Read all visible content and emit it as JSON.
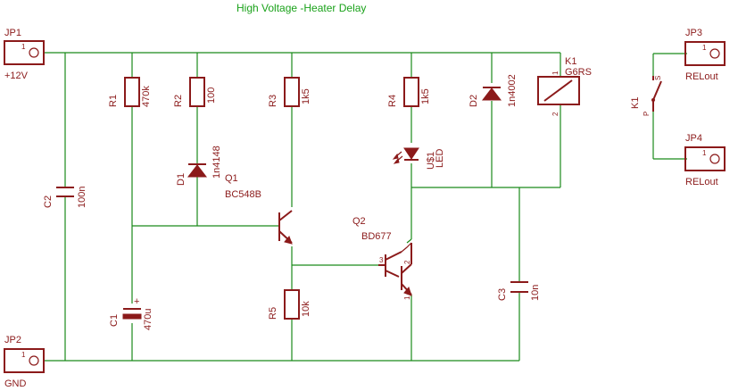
{
  "title": "High Voltage -Heater Delay",
  "colors": {
    "wire": "#1a8a1a",
    "part": "#8b1a1a",
    "title": "#1aa21a",
    "background": "#ffffff"
  },
  "connectors": {
    "jp1": {
      "name": "JP1",
      "value": "+12V",
      "pin": "1"
    },
    "jp2": {
      "name": "JP2",
      "value": "GND",
      "pin": "1"
    },
    "jp3": {
      "name": "JP3",
      "value": "RELout",
      "pin": "1"
    },
    "jp4": {
      "name": "JP4",
      "value": "RELout",
      "pin": "1"
    }
  },
  "resistors": {
    "r1": {
      "name": "R1",
      "value": "470k"
    },
    "r2": {
      "name": "R2",
      "value": "100"
    },
    "r3": {
      "name": "R3",
      "value": "1k5"
    },
    "r4": {
      "name": "R4",
      "value": "1k5"
    },
    "r5": {
      "name": "R5",
      "value": "10k"
    }
  },
  "capacitors": {
    "c1": {
      "name": "C1",
      "value": "470u",
      "polarity": "+"
    },
    "c2": {
      "name": "C2",
      "value": "100n"
    },
    "c3": {
      "name": "C3",
      "value": "10n"
    }
  },
  "diodes": {
    "d1": {
      "name": "D1",
      "value": "1n4148"
    },
    "d2": {
      "name": "D2",
      "value": "1n4002"
    }
  },
  "led": {
    "name": "U$1",
    "value": "LED"
  },
  "transistors": {
    "q1": {
      "name": "Q1",
      "value": "BC548B"
    },
    "q2": {
      "name": "Q2",
      "value": "BD677",
      "pins": [
        "1",
        "2",
        "3"
      ]
    }
  },
  "relay": {
    "coil": {
      "name": "K1",
      "value": "G6RS",
      "pins": [
        "1",
        "2"
      ]
    },
    "switch": {
      "name": "K1",
      "pins": [
        "S",
        "P"
      ]
    }
  }
}
